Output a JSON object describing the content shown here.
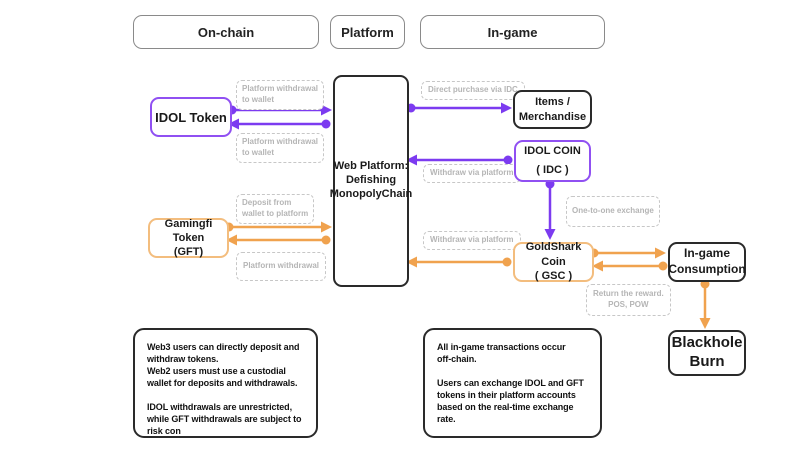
{
  "colors": {
    "purple_accent": "#7c3bf0",
    "orange_accent": "#f0a24e",
    "purple_border": "#9050f2",
    "orange_border": "#f3bd7e",
    "box_border": "#2a2a2a",
    "muted_label_text": "#b5b5b5"
  },
  "headers": {
    "on_chain": "On-chain",
    "platform": "Platform",
    "in_game": "In-game"
  },
  "nodes": {
    "idol_token": {
      "label": "IDOL Token"
    },
    "gamingfi_token": {
      "label": "Gamingfi Token\n(GFT)"
    },
    "web_platform": {
      "label": "Web Platform:\nDefishing\nMonopolyChain"
    },
    "items_merchandise": {
      "label": "Items /\nMerchandise"
    },
    "idol_coin": {
      "label": "IDOL  COIN\n( IDC )"
    },
    "goldshark_coin": {
      "label": "GoldShark Coin\n( GSC )"
    },
    "ingame_consumption": {
      "label": "In-game\nConsumption"
    },
    "blackhole_burn": {
      "label": "Blackhole\nBurn"
    }
  },
  "edge_labels": {
    "platform_withdrawal_to_wallet_top": "Platform withdrawal\nto wallet",
    "platform_withdrawal_to_wallet_mid": "Platform withdrawal\nto wallet",
    "deposit_from_wallet_to_platform": "Deposit from\nwallet to platform",
    "platform_withdrawal": "Platform withdrawal",
    "direct_purchase_via_idc": "Direct purchase via IDC",
    "withdraw_via_platform_idc": "Withdraw via platform",
    "withdraw_via_platform_gsc": "Withdraw via platform",
    "one_to_one_exchange": "One-to-one exchange",
    "return_the_reward": "Return the reward.\nPOS, POW"
  },
  "notes": {
    "left": "Web3 users can directly deposit and\nwithdraw tokens.\nWeb2 users must use a custodial\nwallet for deposits and withdrawals.\n\nIDOL withdrawals are unrestricted,\nwhile GFT withdrawals are subject to\nrisk con",
    "right": "All in-game transactions occur\noff-chain.\n\nUsers can exchange IDOL and GFT\ntokens in their platform accounts\nbased on the real-time exchange\nrate."
  }
}
